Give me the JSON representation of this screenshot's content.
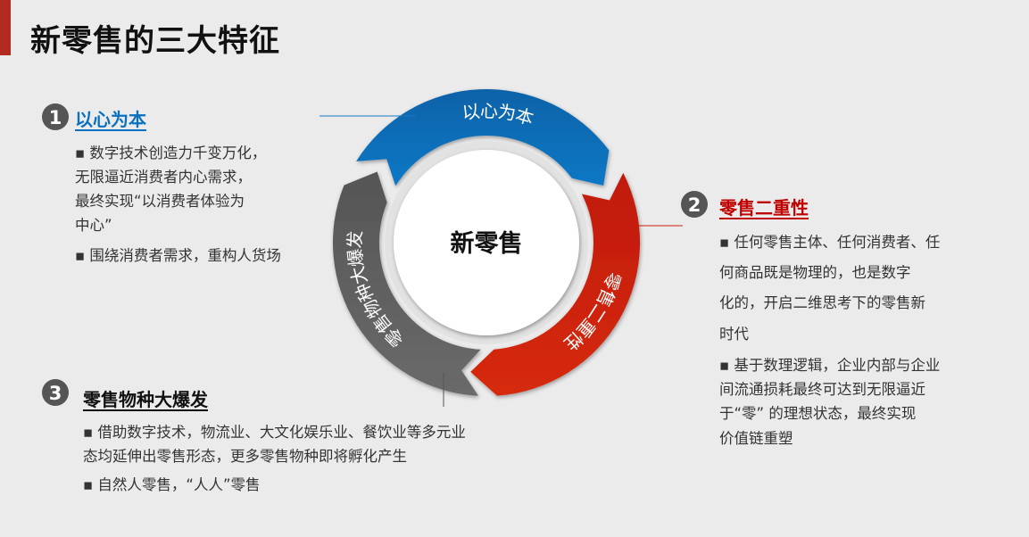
{
  "slide": {
    "title": "新零售的三大特征"
  },
  "colors": {
    "blue": "#0a6fb5",
    "red": "#c81e0a",
    "grey": "#5f5f5f",
    "accent": "#b22a20"
  },
  "diagram": {
    "center": "新零售",
    "segments": [
      {
        "label": "以心为本",
        "color": "blue"
      },
      {
        "label": "零售二重性",
        "color": "red"
      },
      {
        "label": "零售物种大爆发",
        "color": "grey"
      }
    ]
  },
  "sections": [
    {
      "number": "1",
      "title": "以心为本",
      "lines": [
        "▪ 数字技术创造力千变万化，",
        "无限逼近消费者内心需求，",
        "最终实现“以消费者体验为",
        "中心”",
        "▪ 围绕消费者需求，重构人货场"
      ]
    },
    {
      "number": "2",
      "title": "零售二重性",
      "lines": [
        "▪ 任何零售主体、任何消费者、任",
        "何商品既是物理的，也是数字",
        "化的，开启二维思考下的零售新",
        "时代",
        "▪ 基于数理逻辑，企业内部与企业",
        "间流通损耗最终可达到无限逼近",
        "于“零” 的理想状态，最终实现",
        "价值链重塑"
      ]
    },
    {
      "number": "3",
      "title": "零售物种大爆发",
      "lines": [
        "▪ 借助数字技术，物流业、大文化娱乐业、餐饮业等多元业",
        "态均延伸出零售形态，更多零售物种即将孵化产生",
        "▪ 自然人零售，“人人”零售"
      ]
    }
  ]
}
